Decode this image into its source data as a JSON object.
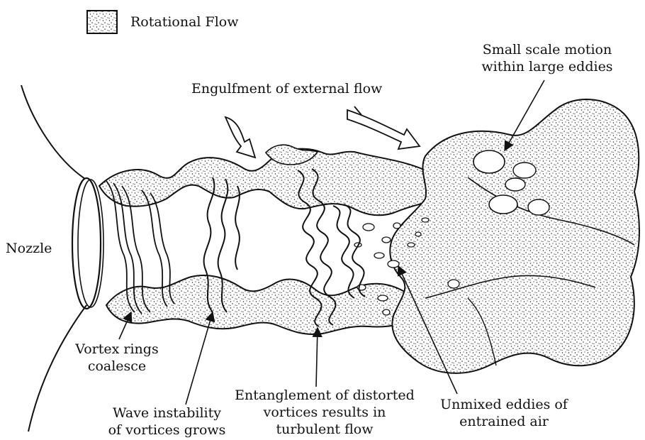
{
  "legend": {
    "label": "Rotational Flow"
  },
  "labels": {
    "nozzle": "Nozzle",
    "engulfment": "Engulfment of external flow",
    "small_scale_line1": "Small scale motion",
    "small_scale_line2": "within large eddies",
    "vortex_rings_line1": "Vortex rings",
    "vortex_rings_line2": "coalesce",
    "wave_line1": "Wave instability",
    "wave_line2": "of vortices grows",
    "entanglement_line1": "Entanglement of distorted",
    "entanglement_line2": "vortices results in",
    "entanglement_line3": "turbulent flow",
    "unmixed_line1": "Unmixed eddies of",
    "unmixed_line2": "entrained air"
  }
}
